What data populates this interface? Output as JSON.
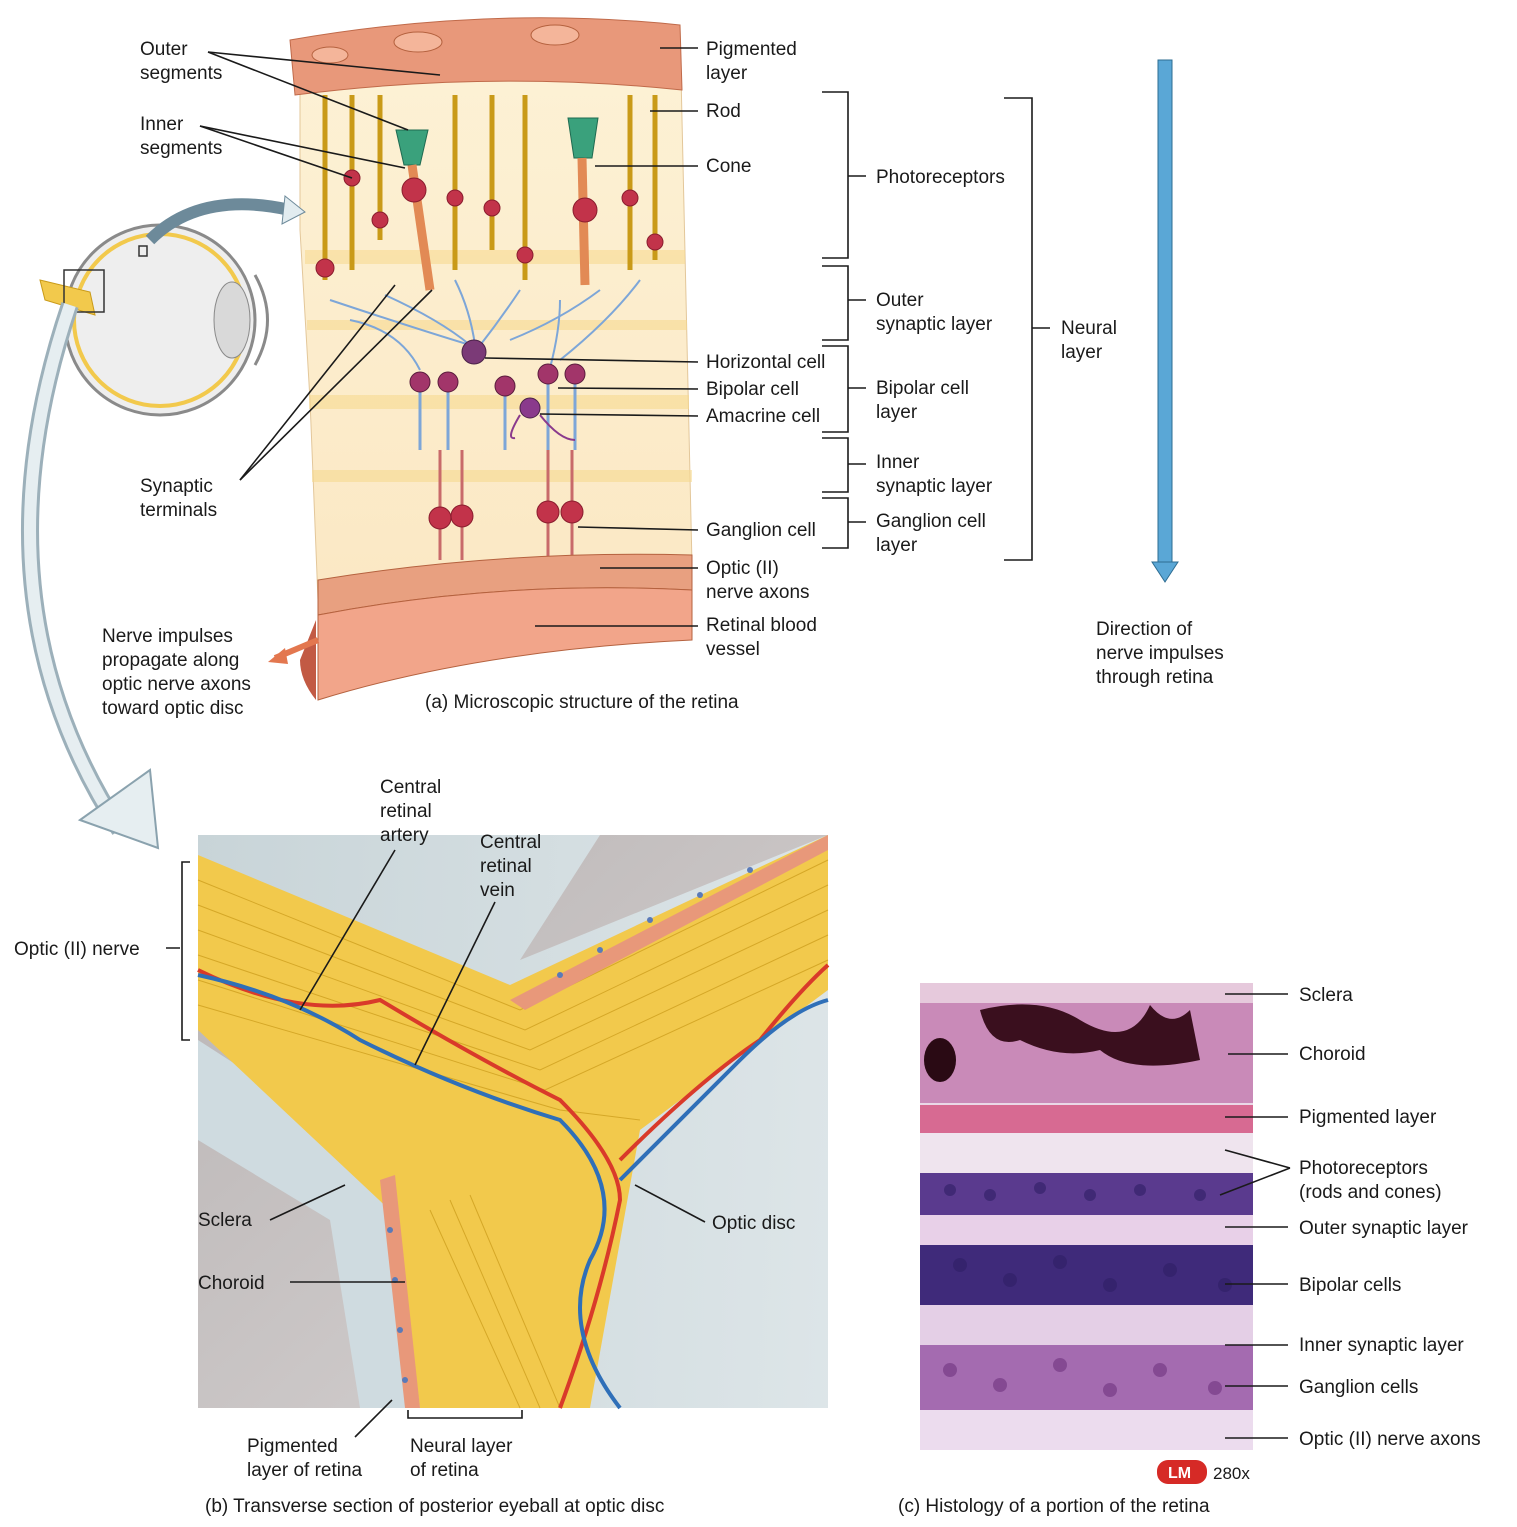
{
  "panel_a": {
    "caption": "(a) Microscopic structure of the retina",
    "left_labels": {
      "outer_segments": [
        "Outer",
        "segments"
      ],
      "inner_segments": [
        "Inner",
        "segments"
      ],
      "synaptic_terminals": [
        "Synaptic",
        "terminals"
      ],
      "nerve_impulses": [
        "Nerve impulses",
        "propagate along",
        "optic nerve axons",
        "toward optic disc"
      ]
    },
    "right_labels": {
      "pigmented_layer": [
        "Pigmented",
        "layer"
      ],
      "rod": "Rod",
      "cone": "Cone",
      "horizontal_cell": "Horizontal cell",
      "bipolar_cell": "Bipolar cell",
      "amacrine_cell": "Amacrine cell",
      "ganglion_cell": "Ganglion cell",
      "optic_nerve_axons": [
        "Optic (II)",
        "nerve axons"
      ],
      "retinal_blood_vessel": [
        "Retinal blood",
        "vessel"
      ]
    },
    "brackets": {
      "photoreceptors": "Photoreceptors",
      "outer_synaptic": [
        "Outer",
        "synaptic layer"
      ],
      "bipolar_cell_layer": [
        "Bipolar cell",
        "layer"
      ],
      "inner_synaptic": [
        "Inner",
        "synaptic layer"
      ],
      "ganglion_cell_layer": [
        "Ganglion cell",
        "layer"
      ],
      "neural_layer": [
        "Neural",
        "layer"
      ]
    },
    "direction": [
      "Direction of",
      "nerve impulses",
      "through retina"
    ]
  },
  "panel_b": {
    "caption": "(b) Transverse section of posterior eyeball at optic disc",
    "labels": {
      "central_retinal_artery": [
        "Central",
        "retinal",
        "artery"
      ],
      "central_retinal_vein": [
        "Central",
        "retinal",
        "vein"
      ],
      "optic_nerve": "Optic (II) nerve",
      "sclera": "Sclera",
      "choroid": "Choroid",
      "optic_disc": "Optic disc",
      "pigmented_layer_of_retina": [
        "Pigmented",
        "layer of retina"
      ],
      "neural_layer_of_retina": [
        "Neural layer",
        "of retina"
      ]
    }
  },
  "panel_c": {
    "caption": "(c)  Histology of a portion of the retina",
    "labels": {
      "sclera": "Sclera",
      "choroid": "Choroid",
      "pigmented_layer": "Pigmented layer",
      "photoreceptors": [
        "Photoreceptors",
        "(rods and cones)"
      ],
      "outer_synaptic_layer": "Outer synaptic layer",
      "bipolar_cells": "Bipolar cells",
      "inner_synaptic_layer": "Inner synaptic layer",
      "ganglion_cells": "Ganglion cells",
      "optic_nerve_axons": "Optic (II) nerve axons"
    },
    "lm_badge": "LM",
    "magnification": "280x"
  },
  "colors": {
    "yellow": "#f2c94c",
    "salmon": "#e8987a",
    "blue_vessel": "#2f6fb8",
    "red_vessel": "#d93a2a",
    "arrow_blue": "#5aa7d6",
    "lm_red": "#d62a26",
    "purple": "#8a3a8c"
  }
}
